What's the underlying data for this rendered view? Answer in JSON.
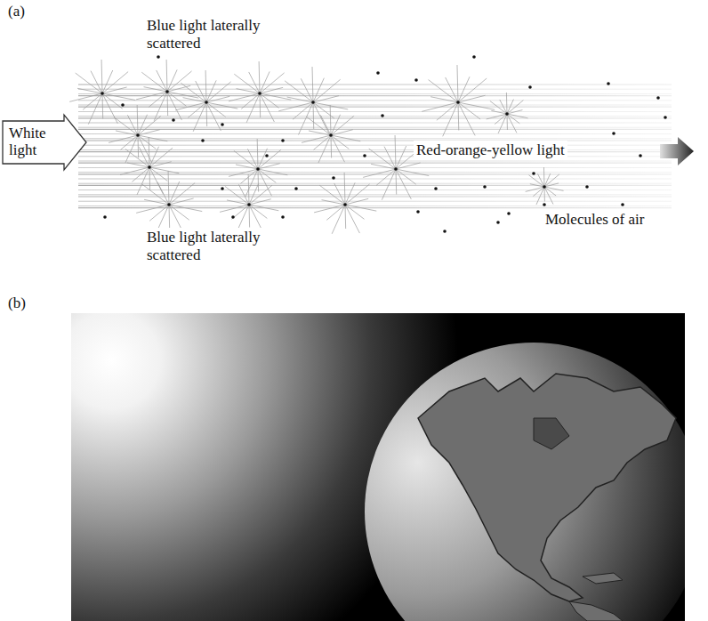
{
  "diagram": {
    "nodes": [
      {
        "text": [
          "White light"
        ]
      }
    ],
    "labels": [
      "(a)",
      "Blue light laterally scattered",
      "Red-orange-yellow light",
      "Molecules of air",
      "Blue light laterally scattered",
      "(b)"
    ]
  }
}
